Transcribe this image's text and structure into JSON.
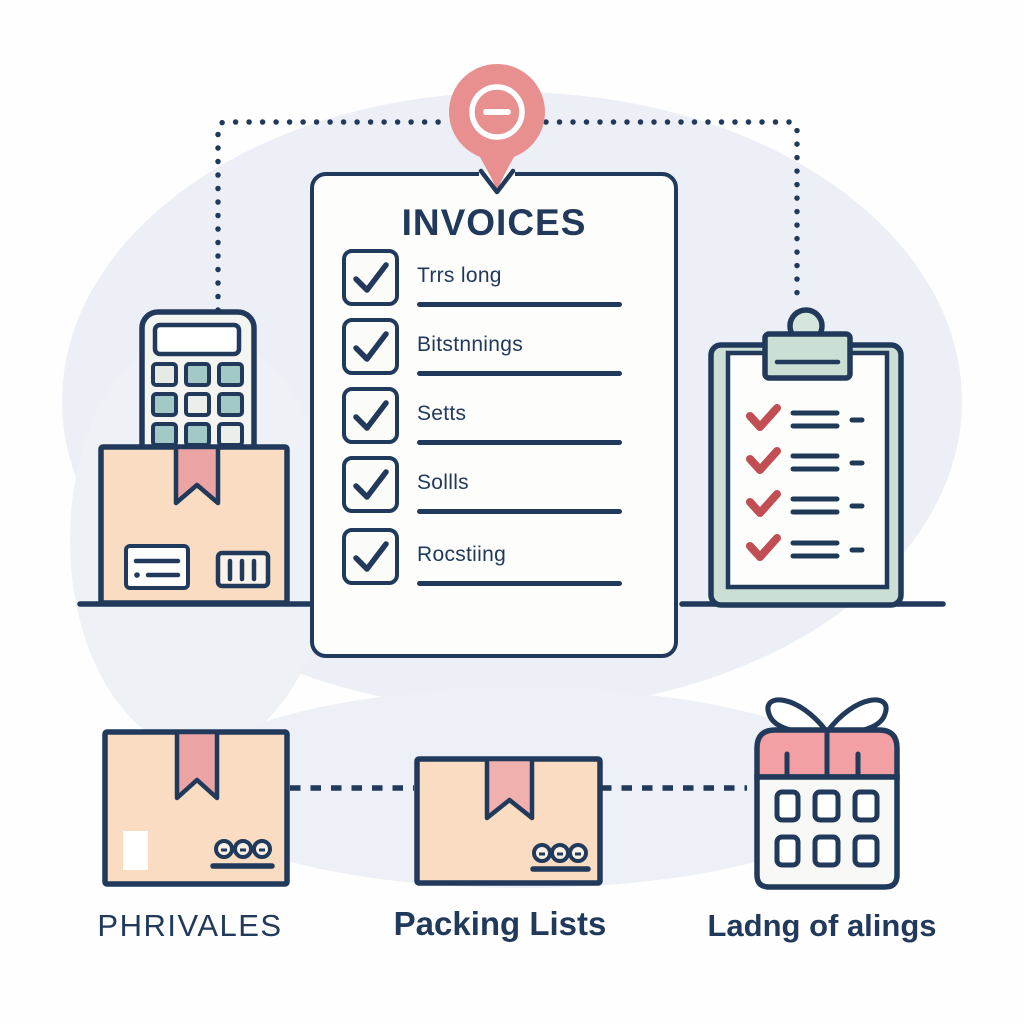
{
  "illustration": {
    "top_marker": {
      "icon": "minus-pin-icon"
    },
    "title_card": {
      "title": "INVOICES",
      "items": [
        "Trrs long",
        "Bitstnnings",
        "Setts",
        "Sollls",
        "Rocstiing"
      ]
    },
    "left_group": {
      "icons": [
        "calculator-icon",
        "package-box-icon"
      ]
    },
    "right_group": {
      "icon": "clipboard-checklist-icon",
      "checked_rows": 4
    },
    "bottom_row": {
      "items": [
        {
          "icon": "package-box-icon",
          "label": "PHRIVALES"
        },
        {
          "icon": "package-box-icon",
          "label": "Packing Lists"
        },
        {
          "icon": "gift-calendar-icon",
          "label": "Ladng of alings"
        }
      ]
    },
    "colors": {
      "outline_navy": "#21395b",
      "box_peach": "#f9dcc1",
      "ribbon_pink": "#eba3a3",
      "pin_pink": "#e89090",
      "clipboard_mint": "#cbdfd4",
      "button_teal": "#a2c9c5",
      "button_light": "#e7e9e4",
      "check_red": "#c04e52",
      "background_blob": "#ecf0f6"
    }
  }
}
